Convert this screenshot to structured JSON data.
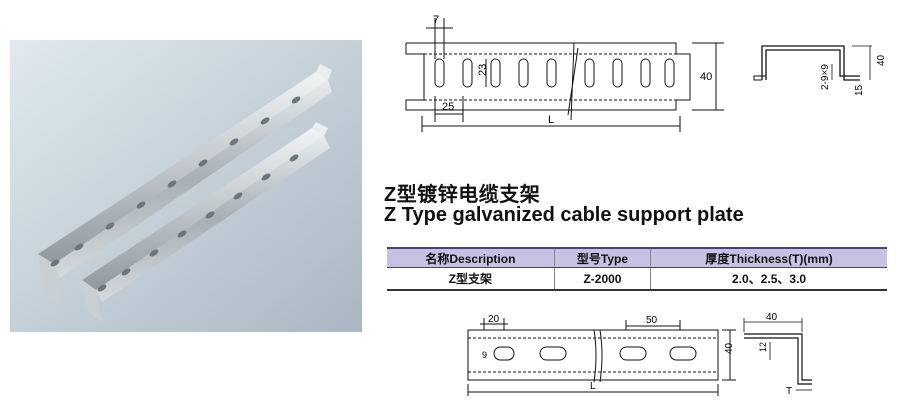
{
  "product": {
    "title_cn": "Z型镀锌电缆支架",
    "title_en": "Z Type galvanized cable support plate"
  },
  "spec_table": {
    "headers": [
      "名称Description",
      "型号Type",
      "厚度Thickness(T)(mm)"
    ],
    "rows": [
      [
        "Z型支架",
        "Z-2000",
        "2.0、2.5、3.0"
      ]
    ]
  },
  "top_drawing": {
    "dim_slot_width": "7",
    "dim_slot_height": "23",
    "dim_pitch": "25",
    "dim_height": "40",
    "dim_length": "L"
  },
  "top_profile": {
    "dim_slot": "2-9×9",
    "dim_height": "40",
    "dim_bottom": "15"
  },
  "bottom_drawing": {
    "dim_edge": "20",
    "dim_pitch": "50",
    "dim_slot": "9",
    "dim_height": "40",
    "dim_length": "L"
  },
  "bottom_profile": {
    "dim_width": "40",
    "dim_slot": "12",
    "dim_thickness": "T"
  }
}
